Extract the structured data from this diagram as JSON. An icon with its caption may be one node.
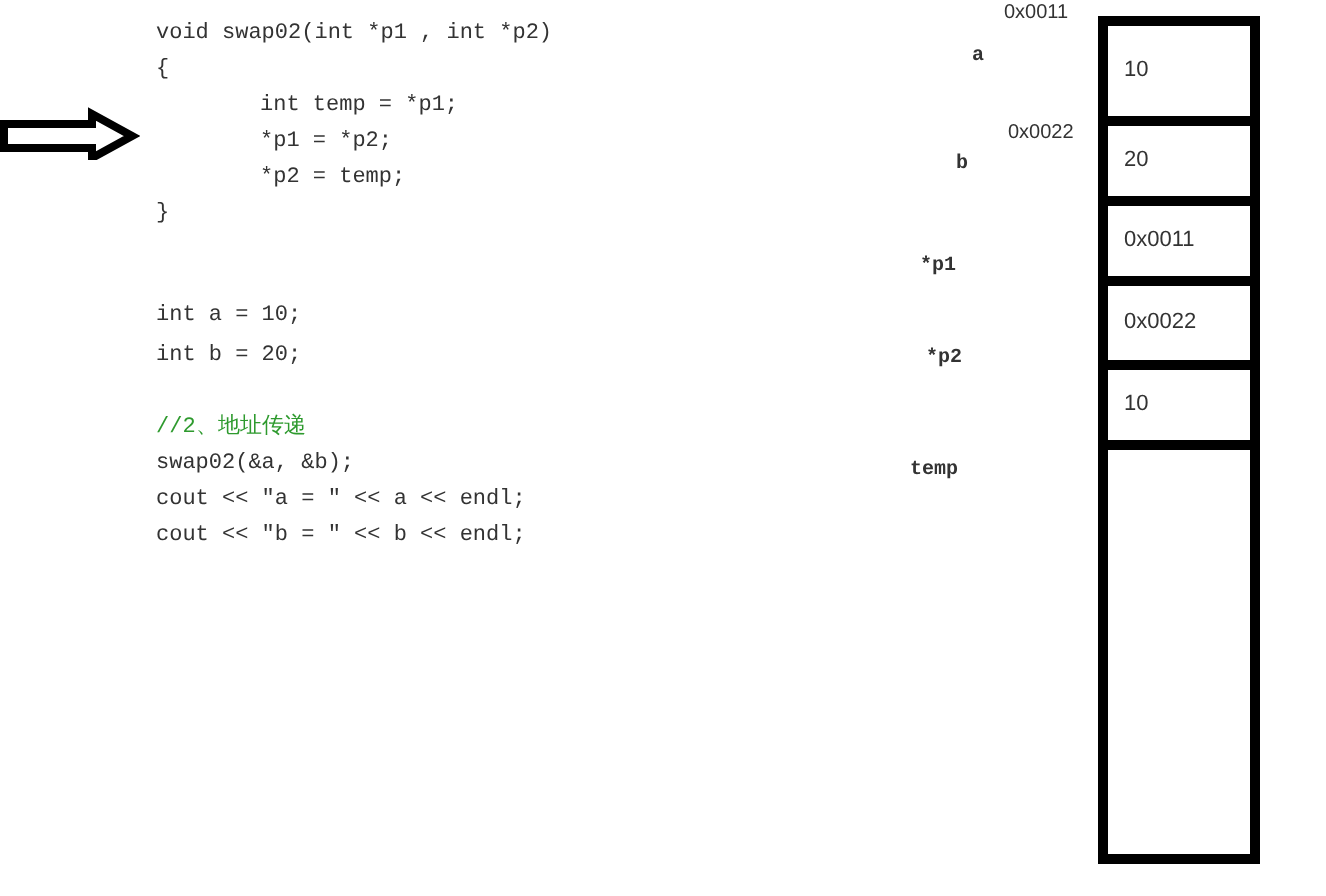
{
  "diagram": {
    "nodes": [
      {
        "text": [],
        "shape": "box"
      },
      {
        "text": [
          "10"
        ],
        "in": 0,
        "beside": [
          "a",
          "0x0011"
        ]
      },
      {
        "text": [
          "20"
        ],
        "in": 0,
        "beside": [
          "b",
          "0x0022"
        ]
      },
      {
        "text": [
          "0x0011"
        ],
        "in": 0
      },
      {
        "text": [
          "0x0022"
        ],
        "in": 0
      },
      {
        "text": [
          "10"
        ],
        "in": 0
      }
    ],
    "edges": [],
    "labels": [
      "void swap02(int *p1 , int *p2)",
      "{",
      "int temp = *p1;",
      "*p1 = *p2;",
      "*p2 = temp;",
      "}",
      "int a = 10;",
      "int b = 20;",
      "//2、地址传递",
      "swap02(&a, &b);",
      "cout << \"a = \" << a << endl;",
      "cout << \"b = \" << b << endl;",
      "*p1",
      "*p2",
      "temp"
    ]
  }
}
